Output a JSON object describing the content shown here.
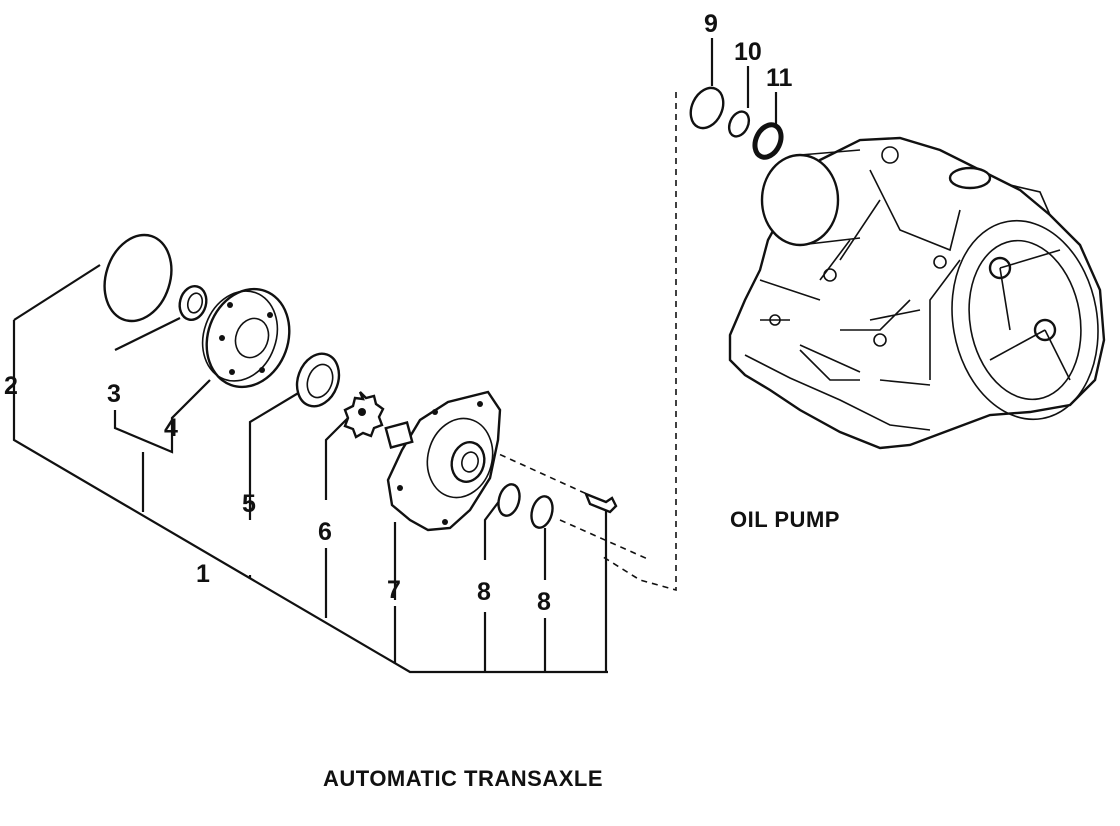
{
  "captions": {
    "section_title": "OIL PUMP",
    "assembly_title": "AUTOMATIC TRANSAXLE"
  },
  "callouts": {
    "c1": "1",
    "c2": "2",
    "c3": "3",
    "c4": "4",
    "c5": "5",
    "c6": "6",
    "c7": "7",
    "c8a": "8",
    "c8b": "8",
    "c9": "9",
    "c10": "10",
    "c11": "11"
  }
}
